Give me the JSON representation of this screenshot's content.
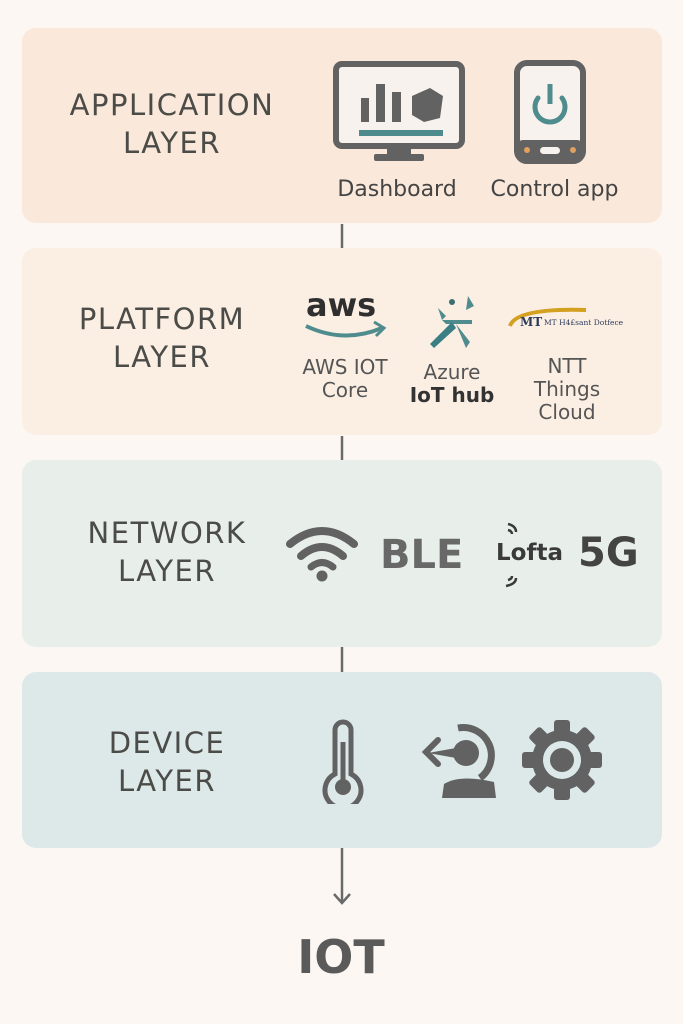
{
  "layers": {
    "application": {
      "title_line1": "APPLICATION",
      "title_line2": "LAYER",
      "items": [
        {
          "label": "Dashboard",
          "icon": "monitor-chart-icon"
        },
        {
          "label": "Control app",
          "icon": "phone-power-icon"
        }
      ]
    },
    "platform": {
      "title_line1": "PLATFORM",
      "title_line2": "LAYER",
      "items": [
        {
          "logo": "aws",
          "label_line1": "AWS IOT",
          "label_line2": "Core"
        },
        {
          "logo": "azure",
          "label_line1": "Azure",
          "label_line2": "IoT hub"
        },
        {
          "logo": "MT H4£sant Dotfece",
          "label_line1": "NTT",
          "label_line2": "Things",
          "label_line3": "Cloud"
        }
      ]
    },
    "network": {
      "title_line1": "NETWORK",
      "title_line2": "LAYER",
      "items": [
        "BLE",
        "Lofta",
        "5G"
      ]
    },
    "device": {
      "title_line1": "DEVICE",
      "title_line2": "LAYER",
      "icons": [
        "thermometer-icon",
        "actuator-icon",
        "gear-icon"
      ]
    }
  },
  "footer": {
    "label": "IOT"
  },
  "colors": {
    "app_bg": "#fae8da",
    "platform_bg": "#fbefe4",
    "network_bg": "#e8efea",
    "device_bg": "#dce9e8",
    "teal": "#4f8c8e",
    "icon_gray": "#626262",
    "gold": "#d4a020"
  }
}
